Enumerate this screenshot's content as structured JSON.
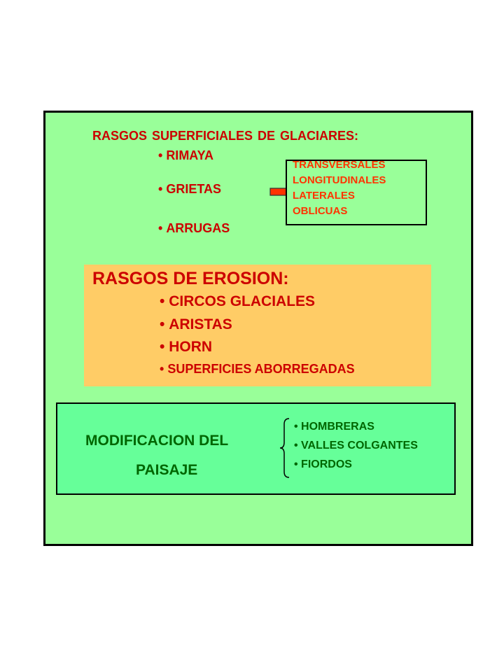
{
  "superficiales": {
    "title": "RASGOS SUPERFICIALES DE GLACIARES:",
    "items": [
      "RIMAYA",
      "GRIETAS",
      "ARRUGAS"
    ],
    "grietas_types": [
      "TRANSVERSALES",
      "LONGITUDINALES",
      "LATERALES",
      "OBLICUAS"
    ]
  },
  "erosion": {
    "title": "RASGOS DE EROSION:",
    "items": [
      "CIRCOS GLACIALES",
      "ARISTAS",
      "HORN",
      "SUPERFICIES ABORREGADAS"
    ]
  },
  "modificacion": {
    "title_line1": "MODIFICACION DEL",
    "title_line2": "PAISAJE",
    "items": [
      "HOMBRERAS",
      "VALLES COLGANTES",
      "FIORDOS"
    ]
  },
  "colors": {
    "background_panel": "#99ff99",
    "erosion_panel": "#ffcc66",
    "modification_panel": "#66ff99",
    "heading_text": "#cc0000",
    "subtypes_text": "#ff3300",
    "modification_text": "#006600",
    "arrow": "#ff3300"
  }
}
